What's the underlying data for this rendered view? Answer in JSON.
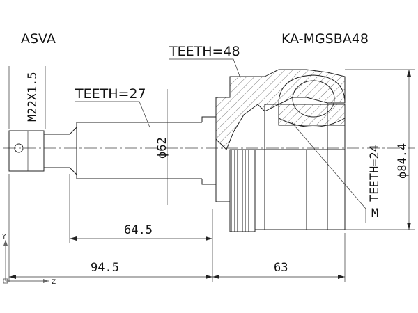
{
  "header": {
    "brand": "ASVA",
    "part_number": "KA-MGSBA48"
  },
  "labels": {
    "teeth_outer": "TEETH=48",
    "teeth_shaft": "TEETH=27",
    "thread": "M22X1.5",
    "shaft_diameter": "ϕ62",
    "teeth_inner": "TEETH=24",
    "outer_diameter": "ϕ84.4",
    "marker": "M"
  },
  "dimensions": {
    "shaft_length": "64.5",
    "total_shaft": "94.5",
    "housing_length": "63"
  },
  "axes": {
    "y": "Y",
    "z": "Z"
  }
}
